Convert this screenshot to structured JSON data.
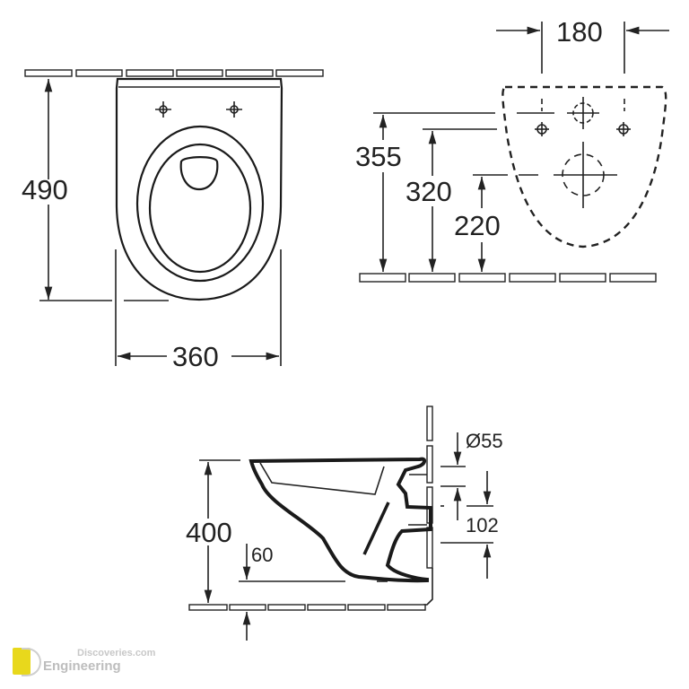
{
  "top_view": {
    "height_label": "490",
    "width_label": "360"
  },
  "wall_view": {
    "hole_spacing_label": "180",
    "height_labels": [
      "355",
      "320",
      "220"
    ]
  },
  "side_view": {
    "height_label": "400",
    "drain_label": "60",
    "diameter_label": "Ø55",
    "outlet_label": "102"
  },
  "watermark": {
    "top": "Discoveries.com",
    "bottom": "Engineering"
  }
}
